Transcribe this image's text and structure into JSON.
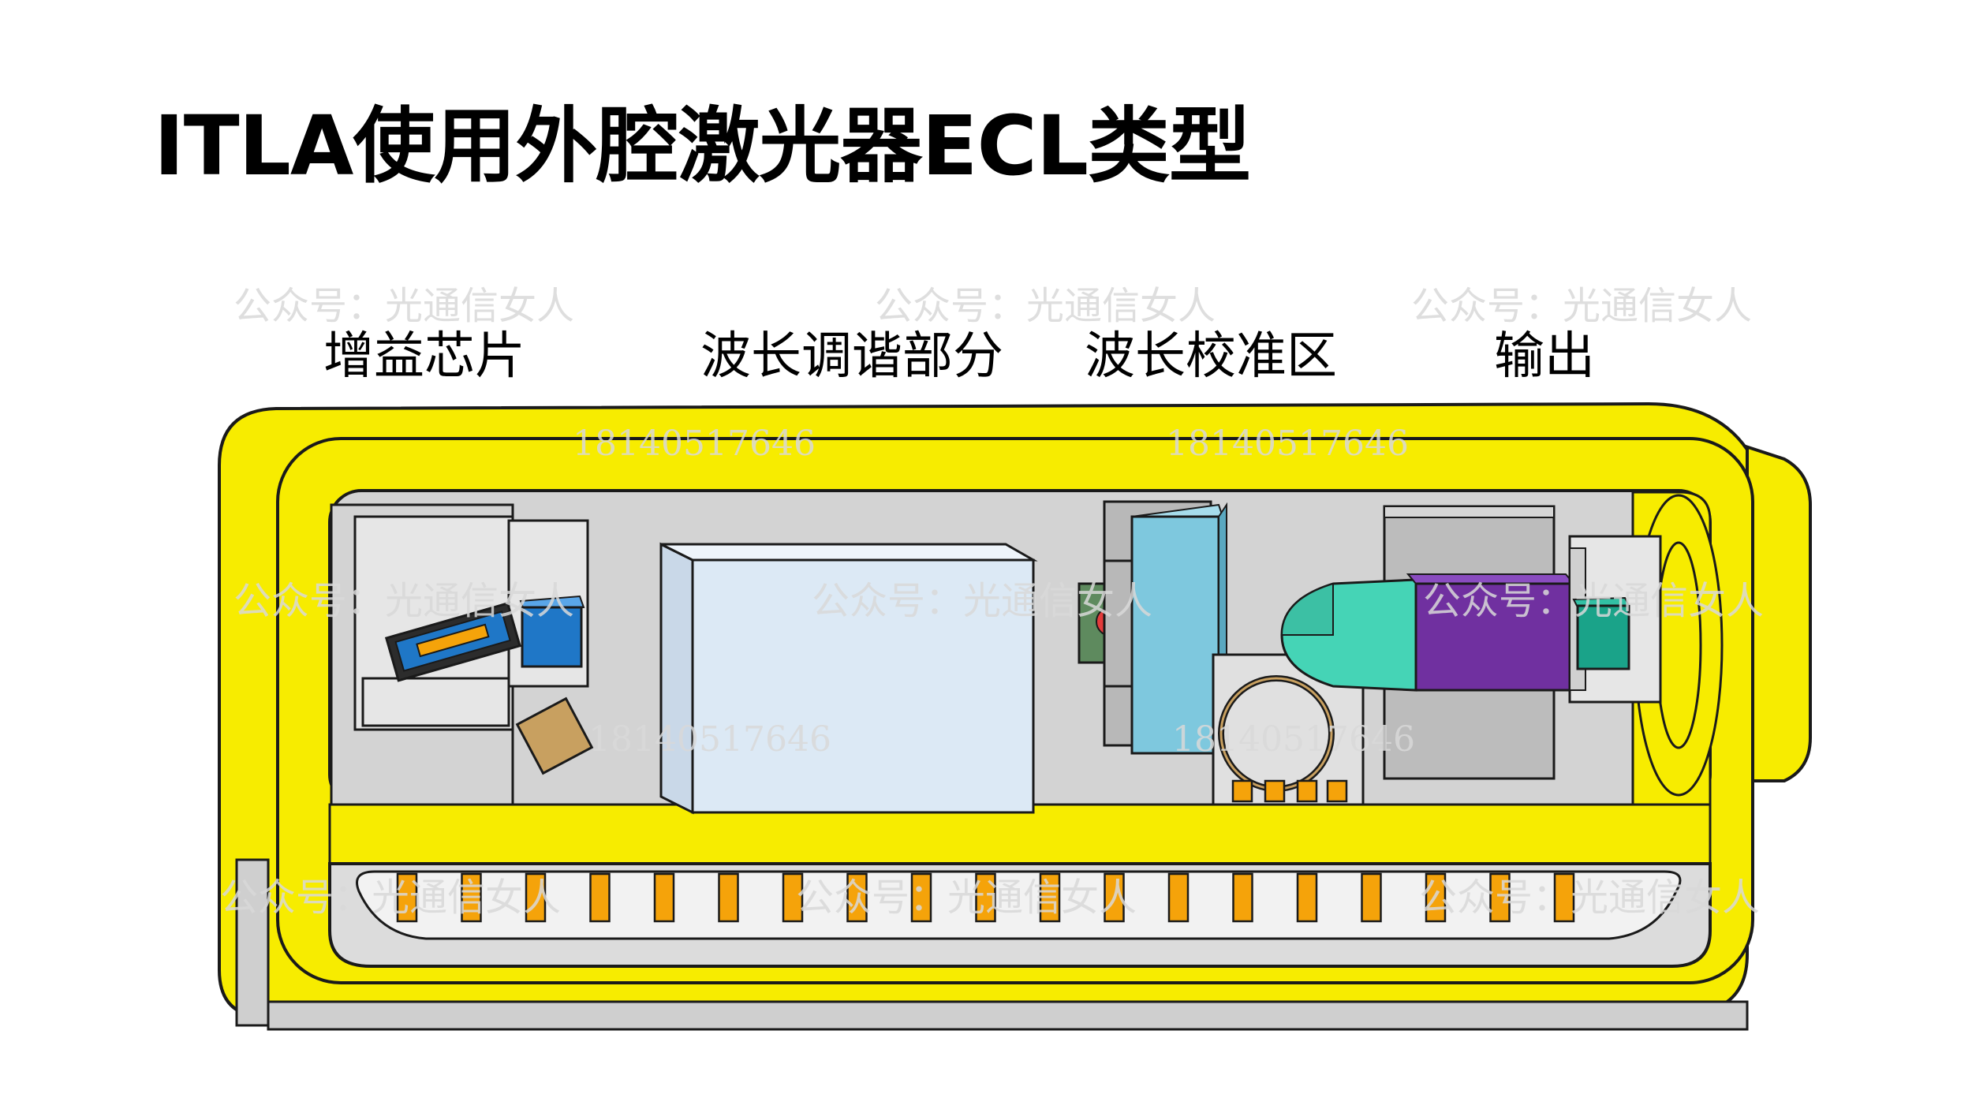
{
  "title": "ITLA使用外腔激光器ECL类型",
  "labels": {
    "gain_chip": "增益芯片",
    "tuning": "波长调谐部分",
    "locker": "波长校准区",
    "output": "输出"
  },
  "watermarks": {
    "account": "公众号：光通信女人",
    "phone": "18140517646"
  },
  "colors": {
    "housing": "#f7ec00",
    "interior": "#d3d3d3",
    "outline": "#1a1a1a",
    "tuning_block": "#dce9f5",
    "etalon": "#7ec8de",
    "lens": "#45d4b6",
    "isolator": "#7030a0",
    "fiber": "#1aa389",
    "pins": "#f5a30a",
    "chip_blue": "#1f77c7",
    "detector_red": "#e43c3c",
    "pad_tan": "#c8a060"
  }
}
